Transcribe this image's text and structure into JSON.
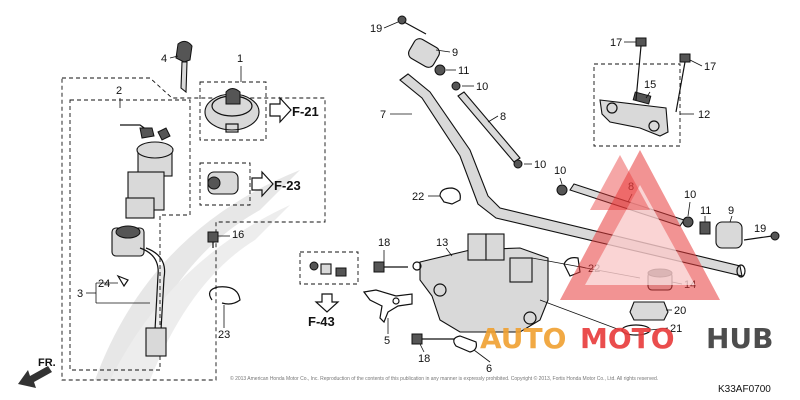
{
  "diagram": {
    "code": "K33AF0700",
    "copyright": "© 2013 American Honda Motor Co., Inc. Reproduction of the contents of this publication in any manner is expressly prohibited. Copyright © 2013, Fortis Honda Motor Co., Ltd. All rights reserved.",
    "direction_label": "FR.",
    "refs": {
      "f21": "F-21",
      "f23": "F-23",
      "f43": "F-43"
    },
    "callouts": {
      "c1": "1",
      "c2": "2",
      "c3": "3",
      "c4": "4",
      "c5": "5",
      "c6": "6",
      "c7": "7",
      "c8a": "8",
      "c8b": "8",
      "c9a": "9",
      "c9b": "9",
      "c10a": "10",
      "c10b": "10",
      "c10c": "10",
      "c10d": "10",
      "c11a": "11",
      "c11b": "11",
      "c12": "12",
      "c13": "13",
      "c14": "14",
      "c15": "15",
      "c16": "16",
      "c17a": "17",
      "c17b": "17",
      "c18a": "18",
      "c18b": "18",
      "c19a": "19",
      "c19b": "19",
      "c20": "20",
      "c21": "21",
      "c22a": "22",
      "c22b": "22",
      "c23": "23",
      "c24": "24"
    }
  },
  "watermark": {
    "text_a": "AUTO",
    "text_b": "MOTO",
    "text_c": "HUB",
    "colors": {
      "orange": "#f0a030",
      "red": "#e83a3a",
      "dark": "#3a3a3a"
    }
  }
}
